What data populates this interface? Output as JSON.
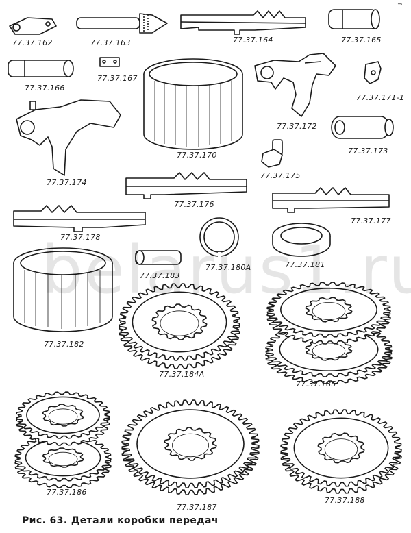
{
  "figure": {
    "caption": "Рис. 63. Детали коробки передач",
    "watermark": "belarus1.ru",
    "corner_mark": "¬"
  },
  "parts": [
    {
      "id": "p162",
      "label": "77.37.162"
    },
    {
      "id": "p163",
      "label": "77.37.163"
    },
    {
      "id": "p164",
      "label": "77.37.164"
    },
    {
      "id": "p165",
      "label": "77.37.165"
    },
    {
      "id": "p166",
      "label": "77.37.166"
    },
    {
      "id": "p167",
      "label": "77.37.167"
    },
    {
      "id": "p171",
      "label": "77.37.171-1"
    },
    {
      "id": "p172",
      "label": "77.37.172"
    },
    {
      "id": "p170",
      "label": "77.37.170"
    },
    {
      "id": "p173",
      "label": "77.37.173"
    },
    {
      "id": "p174",
      "label": "77.37.174"
    },
    {
      "id": "p175",
      "label": "77.37.175"
    },
    {
      "id": "p176",
      "label": "77.37.176"
    },
    {
      "id": "p177",
      "label": "77.37.177"
    },
    {
      "id": "p178",
      "label": "77.37.178"
    },
    {
      "id": "p180",
      "label": "77.37.180А"
    },
    {
      "id": "p181",
      "label": "77.37.181"
    },
    {
      "id": "p183",
      "label": "77.37.183"
    },
    {
      "id": "p182",
      "label": "77.37.182"
    },
    {
      "id": "p184",
      "label": "77.37.184А"
    },
    {
      "id": "p185",
      "label": "77.37.185"
    },
    {
      "id": "p186",
      "label": "77.37.186"
    },
    {
      "id": "p187",
      "label": "77.37.187"
    },
    {
      "id": "p188",
      "label": "77.37.188"
    }
  ]
}
